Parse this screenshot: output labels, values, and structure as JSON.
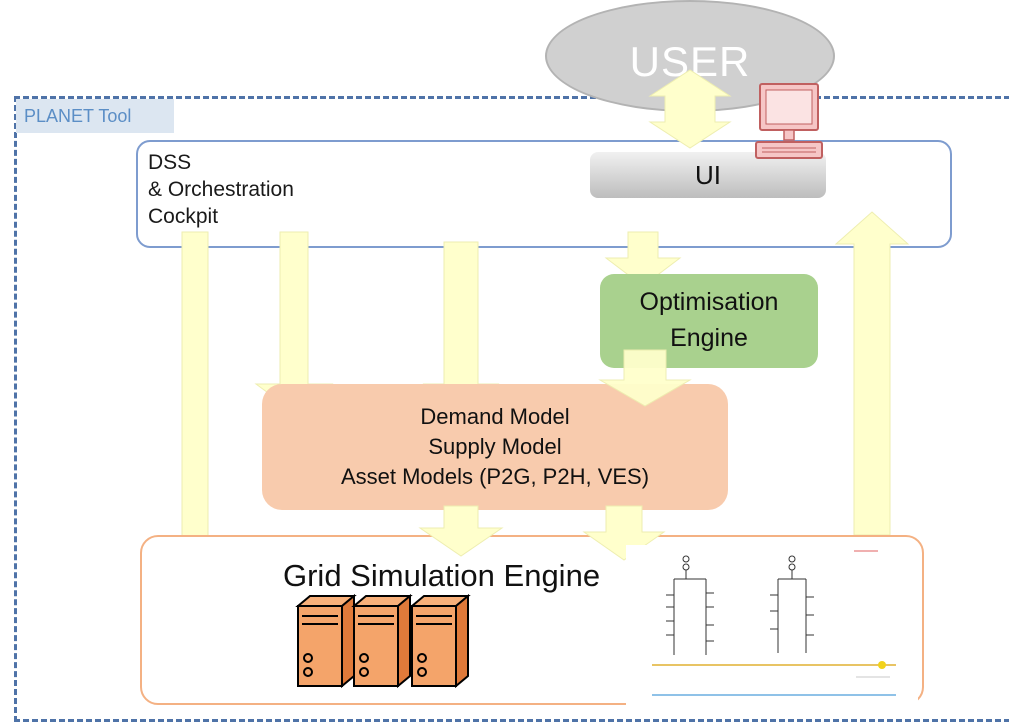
{
  "tool": {
    "label": "PLANET Tool"
  },
  "user": {
    "label": "USER"
  },
  "dss": {
    "label": "DSS\n& Orchestration\nCockpit"
  },
  "ui": {
    "label": "UI"
  },
  "optimisation": {
    "label": "Optimisation\nEngine"
  },
  "models": {
    "label": "Demand Model\nSupply Model\nAsset Models (P2G, P2H, VES)"
  },
  "grid": {
    "label": "Grid Simulation Engine"
  },
  "colors": {
    "frame": "#4f73a8",
    "arrow": "#ffffcc",
    "optimisation": "#a9d18e",
    "models": "#f8cbad",
    "server": "#f4a46a",
    "grid_border": "#f4b183"
  },
  "icons": [
    "computer-icon",
    "server-icon",
    "grid-schematic-icon"
  ]
}
